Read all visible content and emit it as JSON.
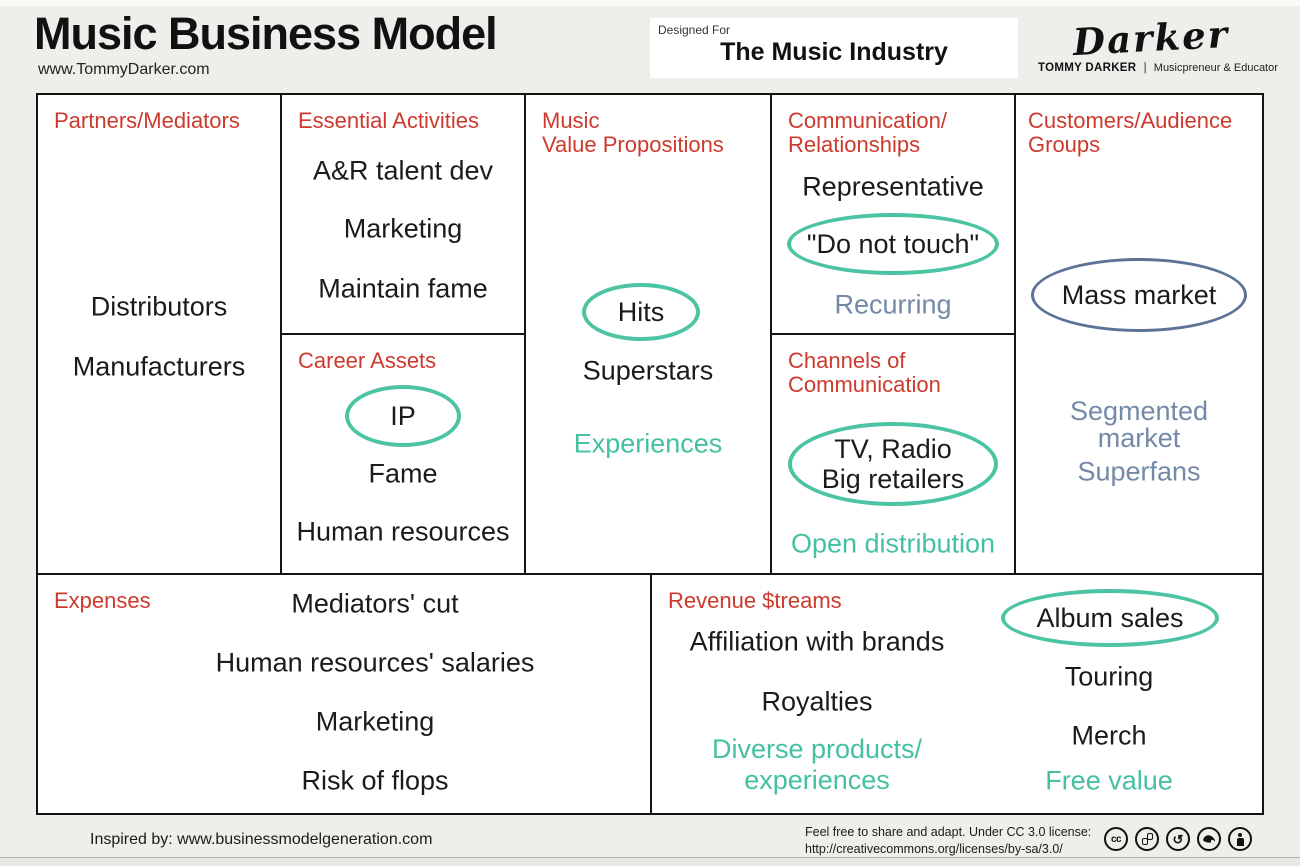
{
  "colors": {
    "page_bg": "#f0eeeb",
    "header_red": "#cd3a2d",
    "teal": "#4cc4a3",
    "teal_text": "#45c0a1",
    "slate_blue": "#7489a7",
    "mass_market_oval": "#5d7296",
    "border_black": "#141414"
  },
  "header": {
    "title": "Music Business Model",
    "website": "www.TommyDarker.com",
    "designed_for_label": "Designed For",
    "designed_for_value": "The Music Industry",
    "logo_script": "Darker",
    "logo_name": "TOMMY DARKER",
    "logo_separator": "|",
    "logo_tagline": "Musicpreneur & Educator"
  },
  "canvas": {
    "partners": {
      "title": "Partners/Mediators",
      "item1": "Distributors",
      "item2": "Manufacturers"
    },
    "essential_activities": {
      "title": "Essential Activities",
      "item1": "A&R talent dev",
      "item2": "Marketing",
      "item3": "Maintain fame"
    },
    "career_assets": {
      "title": "Career Assets",
      "circled": "IP",
      "item1": "Fame",
      "item2": "Human resources"
    },
    "value_propositions": {
      "title_line1": "Music",
      "title_line2": "Value Propositions",
      "circled": "Hits",
      "item1": "Superstars",
      "item2": "Experiences"
    },
    "communication": {
      "title_line1": "Communication/",
      "title_line2": "Relationships",
      "item1": "Representative",
      "circled": "\"Do not touch\"",
      "item2": "Recurring"
    },
    "channels": {
      "title_line1": "Channels of",
      "title_line2": "Communication",
      "circled_line1": "TV, Radio",
      "circled_line2": "Big retailers",
      "item1": "Open distribution"
    },
    "customers": {
      "title_line1": "Customers/Audience",
      "title_line2": "Groups",
      "circled": "Mass market",
      "item1_line1": "Segmented",
      "item1_line2": "market",
      "item2": "Superfans"
    },
    "expenses": {
      "title": "Expenses",
      "item1": "Mediators' cut",
      "item2": "Human resources' salaries",
      "item3": "Marketing",
      "item4": "Risk of flops"
    },
    "revenue": {
      "title": "Revenue $treams",
      "left_item1": "Affiliation with brands",
      "left_item2": "Royalties",
      "left_item3_line1": "Diverse products/",
      "left_item3_line2": "experiences",
      "circled": "Album sales",
      "right_item1": "Touring",
      "right_item2": "Merch",
      "right_item3": "Free value"
    }
  },
  "footer": {
    "inspired": "Inspired by: www.businessmodelgeneration.com",
    "license_line1": "Feel free to share and adapt. Under CC 3.0 license:",
    "license_line2": "http://creativecommons.org/licenses/by-sa/3.0/",
    "cc_label": "cc",
    "icon_names": [
      "cc-icon",
      "copy-icon",
      "share-alike-icon",
      "bird-icon",
      "attribution-icon"
    ]
  }
}
